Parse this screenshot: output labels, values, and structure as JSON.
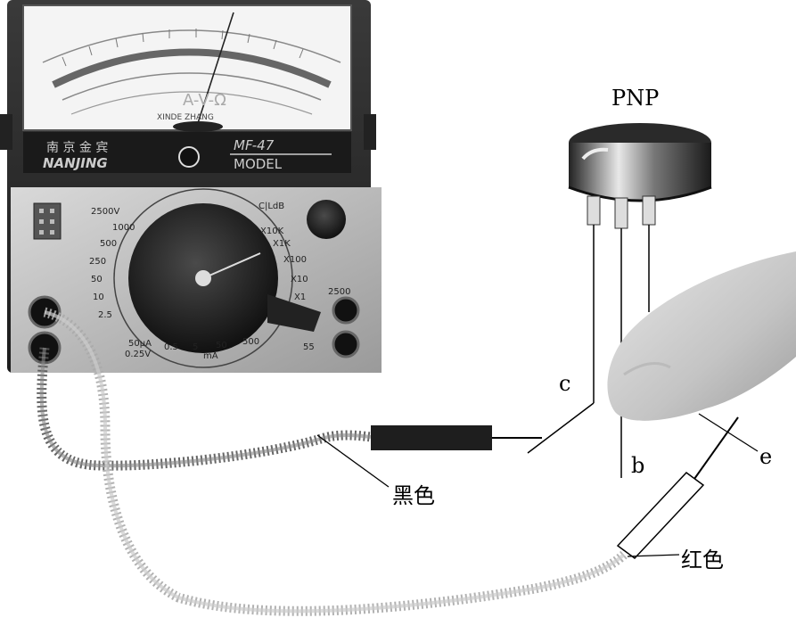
{
  "labels": {
    "transistor_type": "PNP",
    "collector": "c",
    "base": "b",
    "emitter": "e",
    "black_lead": "黑色",
    "red_lead": "红色"
  },
  "meter": {
    "brand_cn": "南 京 金 宾",
    "brand_en": "NANJING",
    "model_number": "MF-47",
    "model_word": "MODEL",
    "dial_title": "A-V-Ω",
    "maker": "XINDE ZHANG",
    "range_labels": [
      "2500V",
      "1000",
      "500",
      "250",
      "50",
      "10",
      "2.5",
      "50μA",
      "0.25V",
      "0.5",
      "5",
      "50",
      "500",
      "mA",
      "X10K",
      "X1K",
      "X100",
      "X10",
      "X1",
      "2500",
      "55",
      "C|LdB"
    ]
  }
}
